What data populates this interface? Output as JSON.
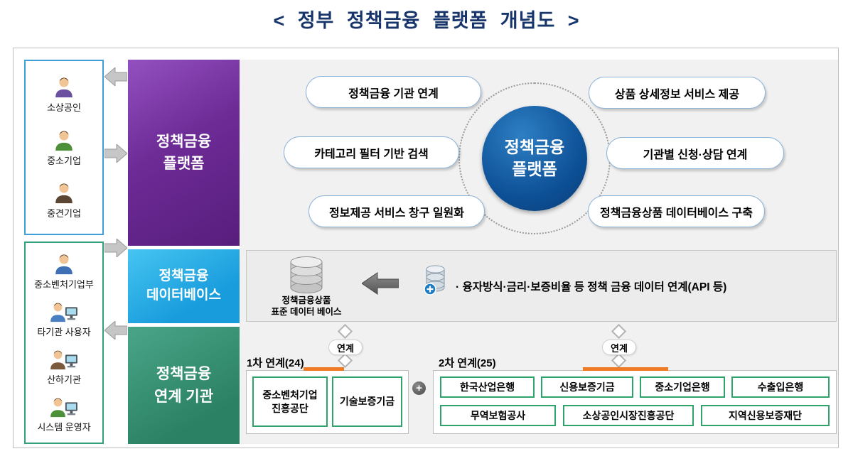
{
  "title": "< 정부 정책금융 플랫폼 개념도 >",
  "left_panel": {
    "user_groups": [
      {
        "items": [
          {
            "label": "소상공인"
          },
          {
            "label": "중소기업"
          },
          {
            "label": "중견기업"
          }
        ]
      },
      {
        "items": [
          {
            "label": "중소벤처기업부"
          },
          {
            "label": "타기관 사용자"
          },
          {
            "label": "산하기관"
          },
          {
            "label": "시스템 운영자"
          }
        ]
      }
    ],
    "blocks": [
      {
        "label": "정책금융\n플랫폼"
      },
      {
        "label": "정책금융\n데이터베이스"
      },
      {
        "label": "정책금융\n연계 기관"
      }
    ]
  },
  "diagram": {
    "center_circle": "정책금융\n플랫폼",
    "bubbles_left": [
      "정책금융 기관 연계",
      "카테고리 필터 기반 검색",
      "정보제공 서비스 창구 일원화"
    ],
    "bubbles_right": [
      "상품 상세정보 서비스 제공",
      "기관별 신청·상담 연계",
      "정책금융상품 데이터베이스 구축"
    ]
  },
  "data_band": {
    "db_label": "정책금융상품\n표준 데이터 베이스",
    "api_text": "· 융자방식·금리·보증비율 등 정책 금융 데이터 연계(API 등)"
  },
  "linkage": {
    "connector_label": "연계",
    "plus_symbol": "+",
    "group1": {
      "title": "1차 연계(24)",
      "items": [
        "중소벤처기업\n진흥공단",
        "기술보증기금"
      ]
    },
    "group2": {
      "title": "2차 연계(25)",
      "row1": [
        "한국산업은행",
        "신용보증기금",
        "중소기업은행",
        "수출입은행"
      ],
      "row2": [
        "무역보험공사",
        "소상공인시장진흥공단",
        "지역신용보증재단"
      ]
    }
  },
  "colors": {
    "title": "#17356b",
    "purple_block": "#6d2b96",
    "blue_block": "#189cdc",
    "green_block": "#2b8163",
    "center_circle": "#0d5096",
    "bubble_border": "#8db4d9",
    "org_box_border": "#2fa36c",
    "accent_orange": "#f07a23"
  }
}
